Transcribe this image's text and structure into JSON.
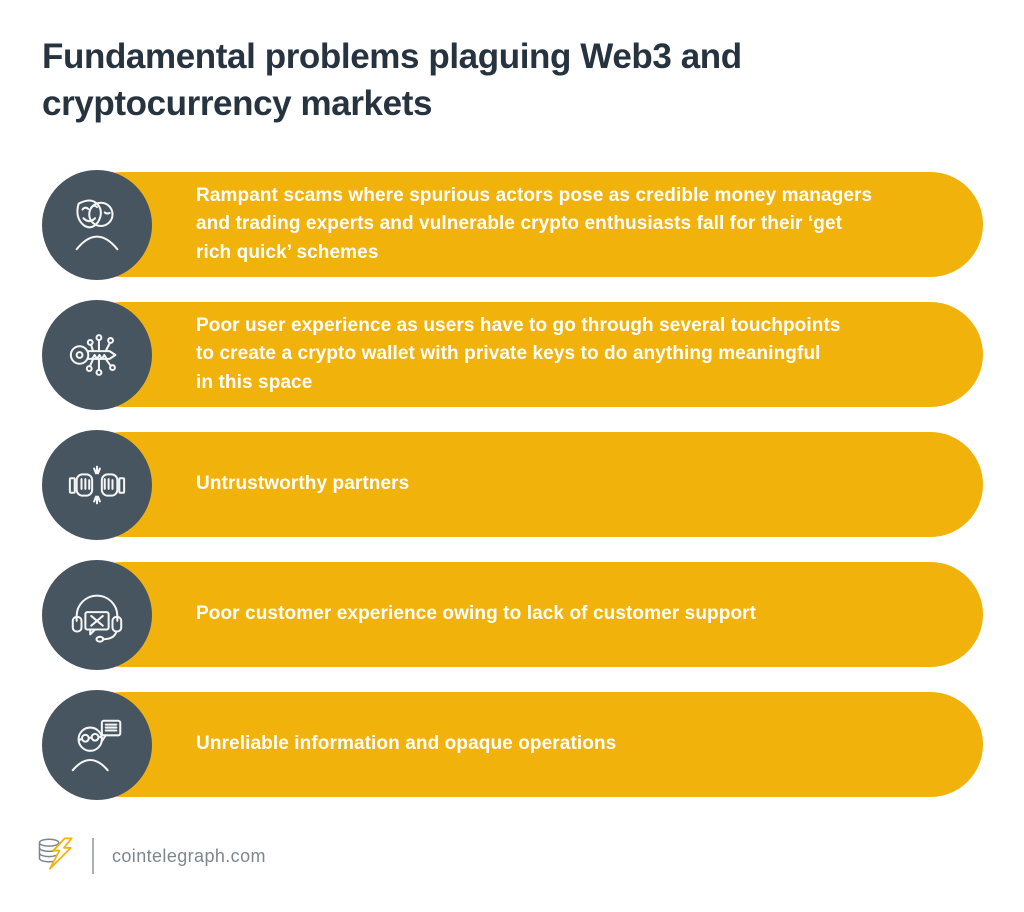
{
  "title": "Fundamental problems plaguing Web3 and cryptocurrency markets",
  "colors": {
    "accent_yellow": "#F2B20C",
    "circle_slate": "#475560",
    "title_dark": "#273440",
    "row_text": "#FFFFFF",
    "footer_gray": "#7E878D",
    "background": "#FFFFFF"
  },
  "rows": [
    {
      "icon": "impostor-mask-icon",
      "text": "Rampant scams where spurious actors pose as credible money managers\nand trading experts and vulnerable crypto enthusiasts fall for their ‘get\nrich quick’ schemes"
    },
    {
      "icon": "crypto-key-icon",
      "text": "Poor user experience as users have to go through several touchpoints\nto create a crypto wallet with private keys to do anything meaningful\nin this space"
    },
    {
      "icon": "fist-bump-icon",
      "text": "Untrustworthy partners"
    },
    {
      "icon": "no-support-headset-icon",
      "text": "Poor customer experience owing to lack of customer support"
    },
    {
      "icon": "masked-person-speech-icon",
      "text": "Unreliable information and opaque operations"
    }
  ],
  "footer": {
    "brand_icon": "cointelegraph-logo",
    "site": "cointelegraph.com"
  }
}
